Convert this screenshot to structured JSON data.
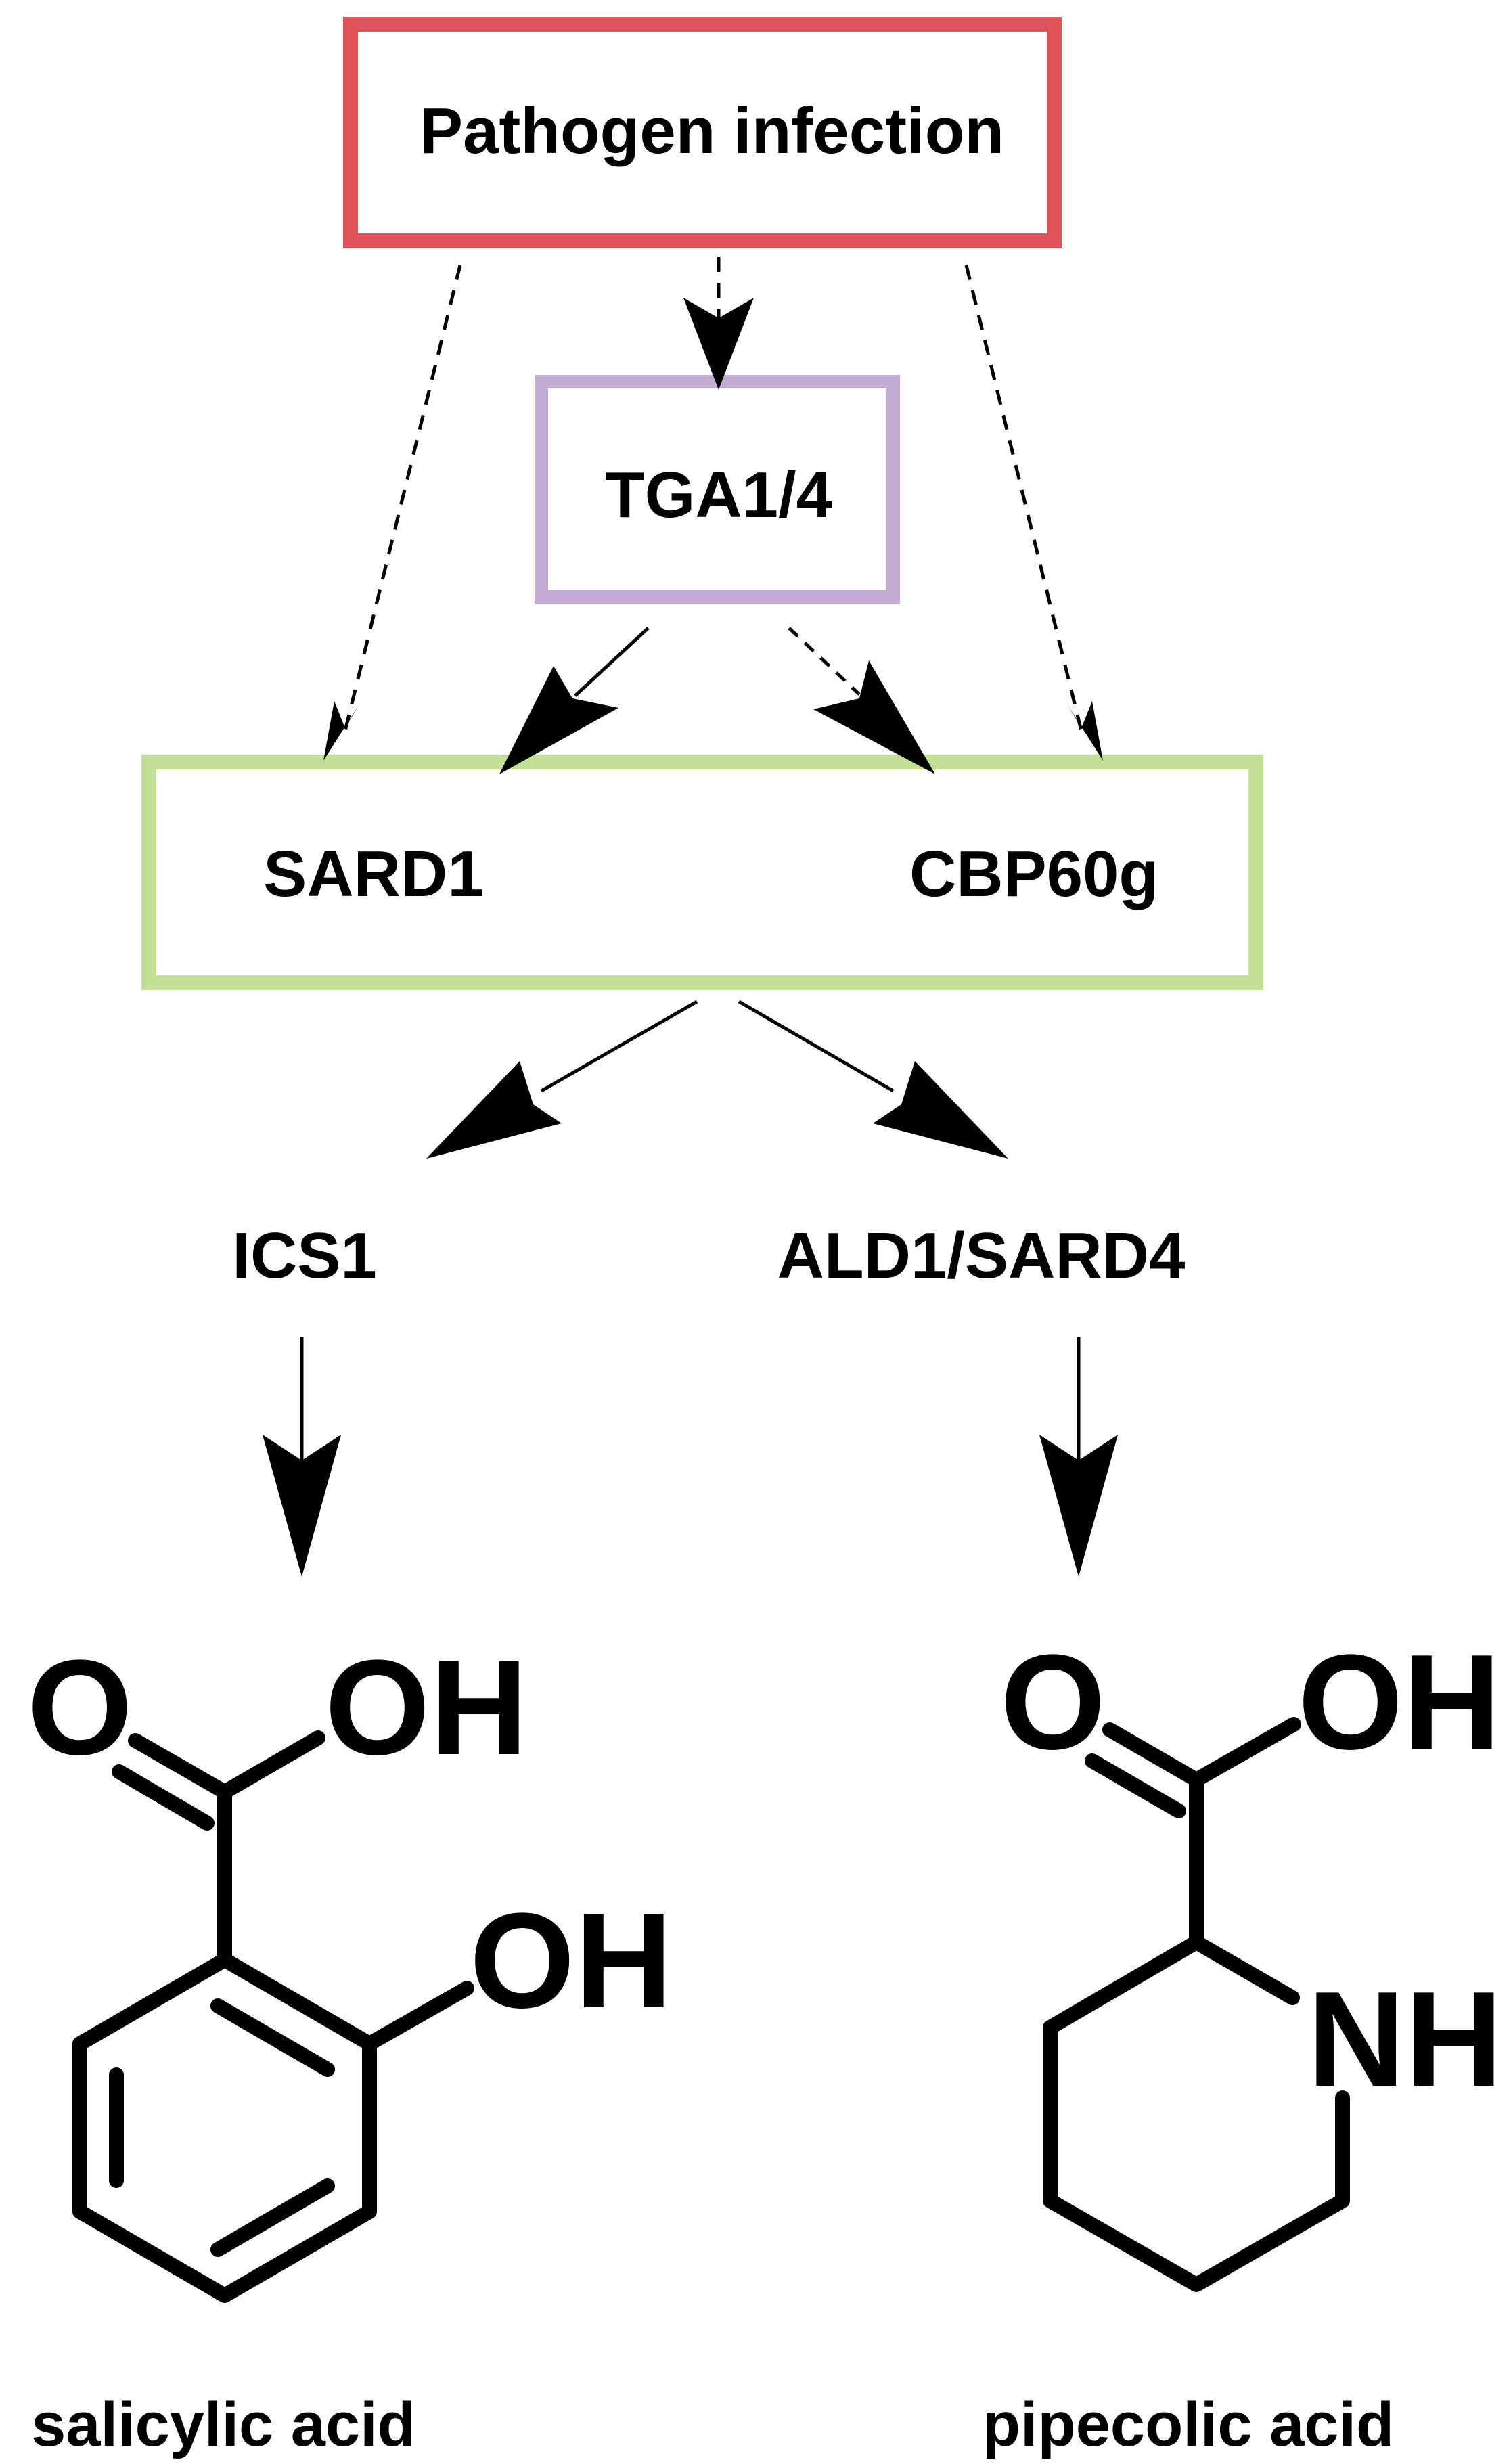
{
  "colors": {
    "pathogen_border": "#E0525A",
    "tga_border": "#C3ABD4",
    "genes_border": "#C2E096",
    "ink": "#000000"
  },
  "nodes": {
    "pathogen": "Pathogen infection",
    "tga": "TGA1/4",
    "sard1": "SARD1",
    "cbp60g": "CBP60g",
    "ics1": "ICS1",
    "ald1_sard4": "ALD1/SARD4"
  },
  "salicylic_acid": {
    "carbonyl_o": "O",
    "carboxyl_oh": "OH",
    "phenol_oh": "OH",
    "name": "salicylic acid"
  },
  "pipecolic_acid": {
    "carbonyl_o": "O",
    "carboxyl_oh": "OH",
    "amine_nh": "NH",
    "name": "pipecolic acid"
  }
}
